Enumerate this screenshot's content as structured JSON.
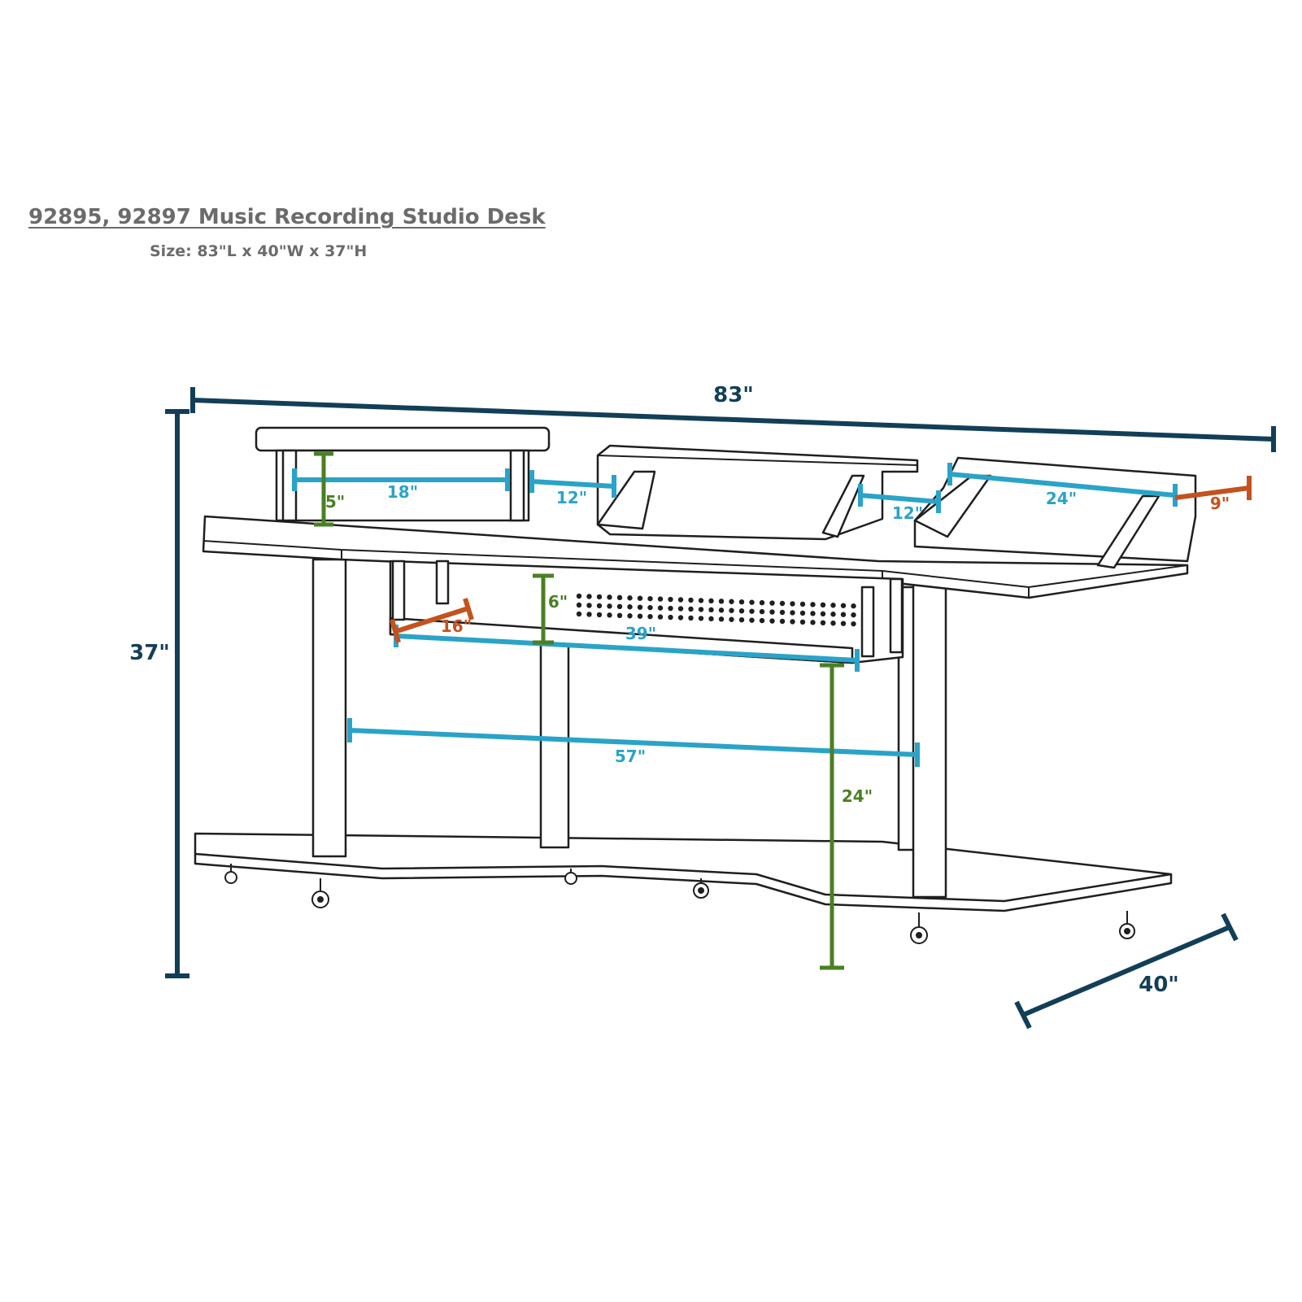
{
  "header": {
    "title": "92895, 92897 Music Recording Studio Desk",
    "size": "Size: 83\"L x 40\"W x 37\"H"
  },
  "colors": {
    "overall": "#123f57",
    "width": "#2aa3c8",
    "height": "#4b7f24",
    "depth": "#c4521f",
    "outline": "#1f1f1f",
    "title": "#6b6b6b"
  },
  "dimensions": {
    "overall_length": "83\"",
    "overall_height": "37\"",
    "overall_depth": "40\"",
    "left_shelf_width": "18\"",
    "left_shelf_height": "5\"",
    "gap_left": "12\"",
    "gap_right": "12\"",
    "right_shelf_width": "24\"",
    "right_shelf_depth": "9\"",
    "tray_height": "6\"",
    "tray_depth": "16\"",
    "tray_width": "39\"",
    "leg_span": "57\"",
    "knee_clearance": "24\""
  }
}
